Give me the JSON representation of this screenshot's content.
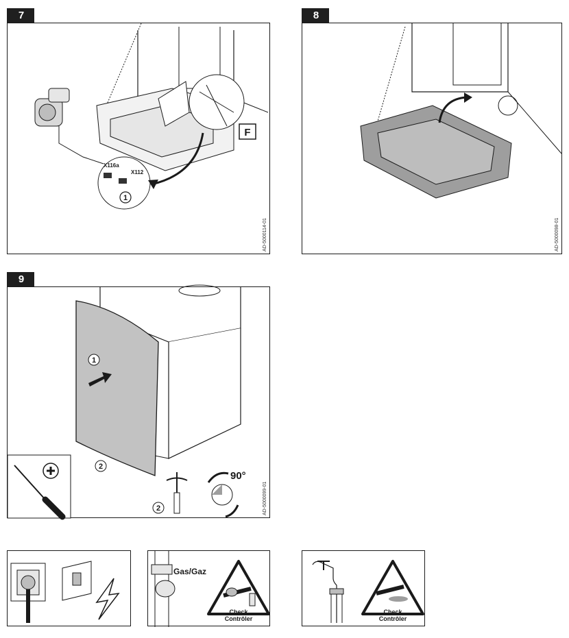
{
  "steps": [
    {
      "number": "7",
      "ref_code": "AD-5000114-01",
      "callout_letter": "F",
      "connector_1": "X116a",
      "connector_2": "X112",
      "marker": "1"
    },
    {
      "number": "8",
      "ref_code": "AD-5000098-01"
    },
    {
      "number": "9",
      "ref_code": "AD-5000099-01",
      "marker_push": "1",
      "marker_panel": "2",
      "marker_screw": "2",
      "angle": "90°"
    }
  ],
  "warnings": {
    "gas_label": "Gas/Gaz",
    "check_line1": "Check",
    "check_line2": "Contrôler"
  },
  "colors": {
    "outline": "#1a1a1a",
    "panel_grey": "#bdbdbd",
    "dark_grey": "#7a7a7a"
  }
}
